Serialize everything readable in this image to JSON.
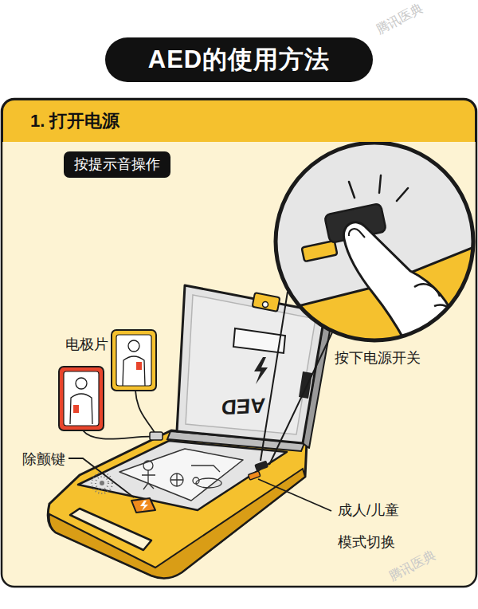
{
  "diagram": {
    "title": "AED的使用方法",
    "nodes": [
      {
        "text": [
          "1. 打开电源"
        ]
      },
      {
        "text": [
          "按提示音操作"
        ]
      }
    ],
    "labels": [
      "电极片",
      "按下电源开关",
      "AED",
      "除颤键",
      "成人/儿童 模式切换",
      "腾讯医典",
      "腾讯医典"
    ]
  }
}
